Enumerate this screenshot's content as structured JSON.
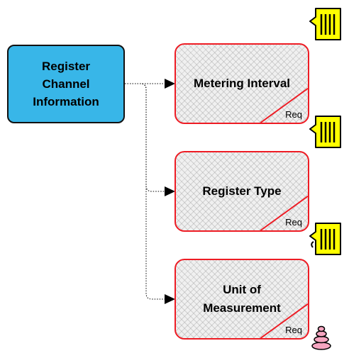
{
  "diagram": {
    "root": {
      "label_lines": [
        "Register",
        "Channel",
        "Information"
      ]
    },
    "children": [
      {
        "label_lines": [
          "Metering Interval"
        ],
        "tag": "Req"
      },
      {
        "label_lines": [
          "Register Type"
        ],
        "tag": "Req"
      },
      {
        "label_lines": [
          "Unit of",
          "Measurement"
        ],
        "tag": "Req"
      }
    ],
    "icons": {
      "note": "note-icon",
      "stack": "stack-icon"
    },
    "colors": {
      "root_fill": "#38b6e8",
      "child_border": "#ee1c24",
      "note_fill": "#ffff00"
    }
  }
}
